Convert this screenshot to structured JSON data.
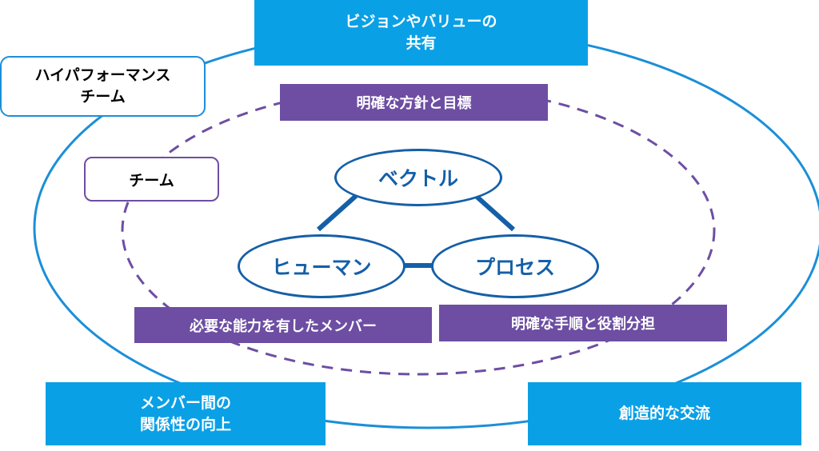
{
  "diagram": {
    "outer_shared": "ビジョンやバリューの\n共有",
    "outer_label": "ハイパフォーマンス\nチーム",
    "inner_top": "明確な方針と目標",
    "inner_label": "チーム",
    "node_vector": "ベクトル",
    "node_human": "ヒューマン",
    "node_process": "プロセス",
    "inner_left": "必要な能力を有したメンバー",
    "inner_right": "明確な手順と役割分担",
    "outer_left": "メンバー間の\n関係性の向上",
    "outer_right": "創造的な交流"
  },
  "colors": {
    "blue_box": "#0aa0e6",
    "purple_box": "#6d4ea3",
    "node_blue": "#155fa8",
    "outer_ellipse": "#1b8fd8"
  }
}
